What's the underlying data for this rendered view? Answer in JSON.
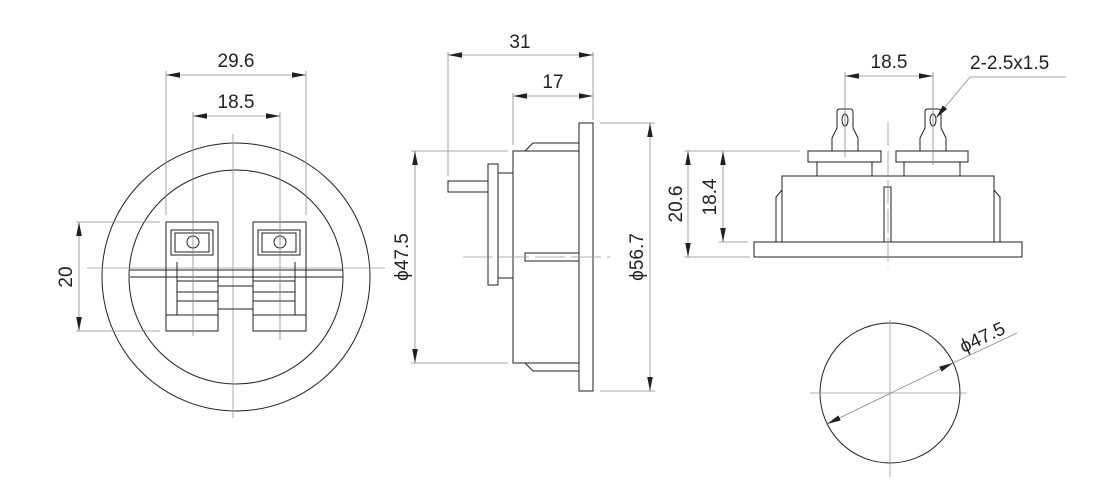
{
  "title": "Speaker terminal cup dimensional drawing",
  "front_view": {
    "dim_overall_width": "29.6",
    "dim_terminal_spacing": "18.5",
    "dim_terminal_height": "20"
  },
  "side_view": {
    "dim_total_depth": "31",
    "dim_body_depth": "17",
    "dim_body_diameter": "ϕ47.5",
    "dim_flange_diameter": "ϕ56.7"
  },
  "top_view": {
    "dim_tab_spacing": "18.5",
    "dim_tab_hole": "2-2.5x1.5",
    "dim_overall_height": "20.6",
    "dim_body_height": "18.4"
  },
  "cutout_view": {
    "dim_cutout_diameter": "ϕ47.5"
  },
  "colors": {
    "line": "#231f20",
    "centerline": "#9a9a9a"
  }
}
